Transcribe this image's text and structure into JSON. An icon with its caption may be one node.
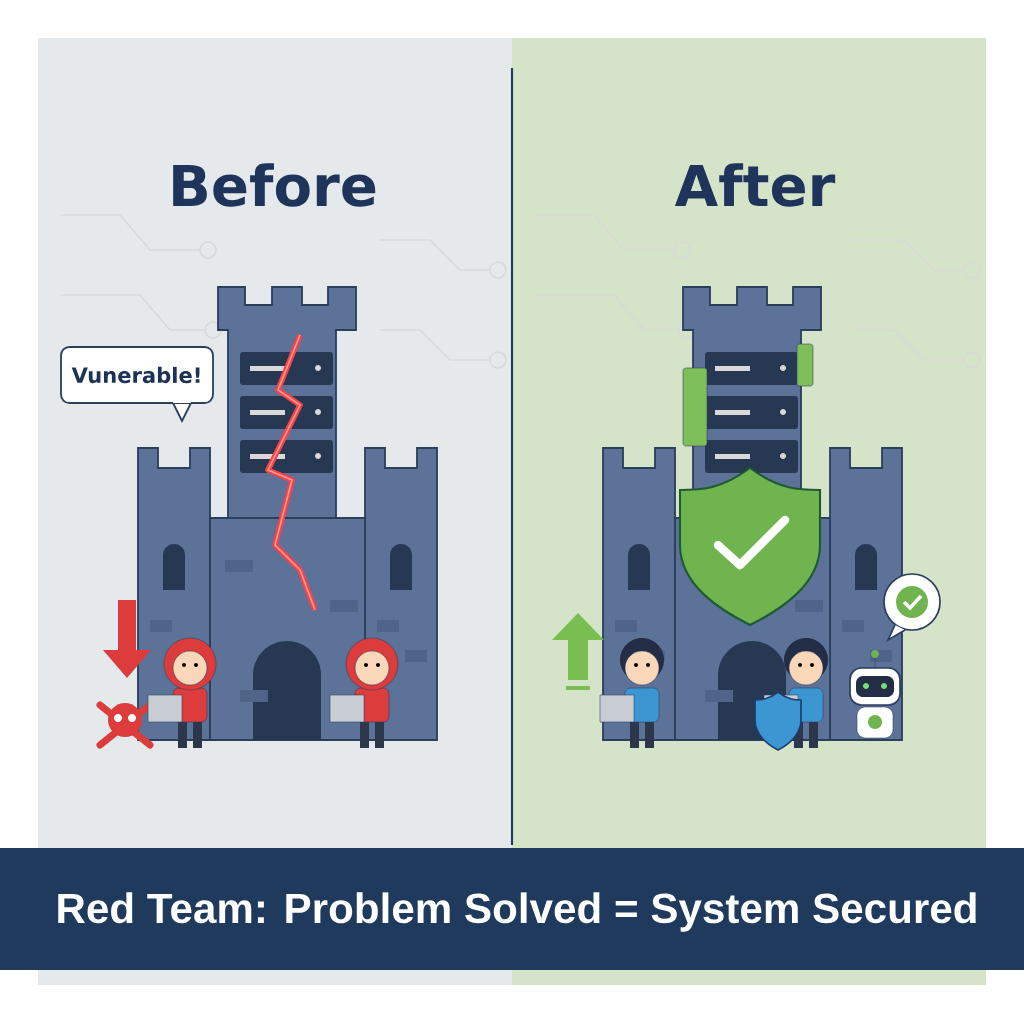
{
  "diagram": {
    "caption": "Red Team: Problem Solved = System Secured",
    "nodes": [
      {
        "text": [
          "Vunerable!"
        ]
      }
    ],
    "labels": [
      "Before",
      "After"
    ]
  }
}
